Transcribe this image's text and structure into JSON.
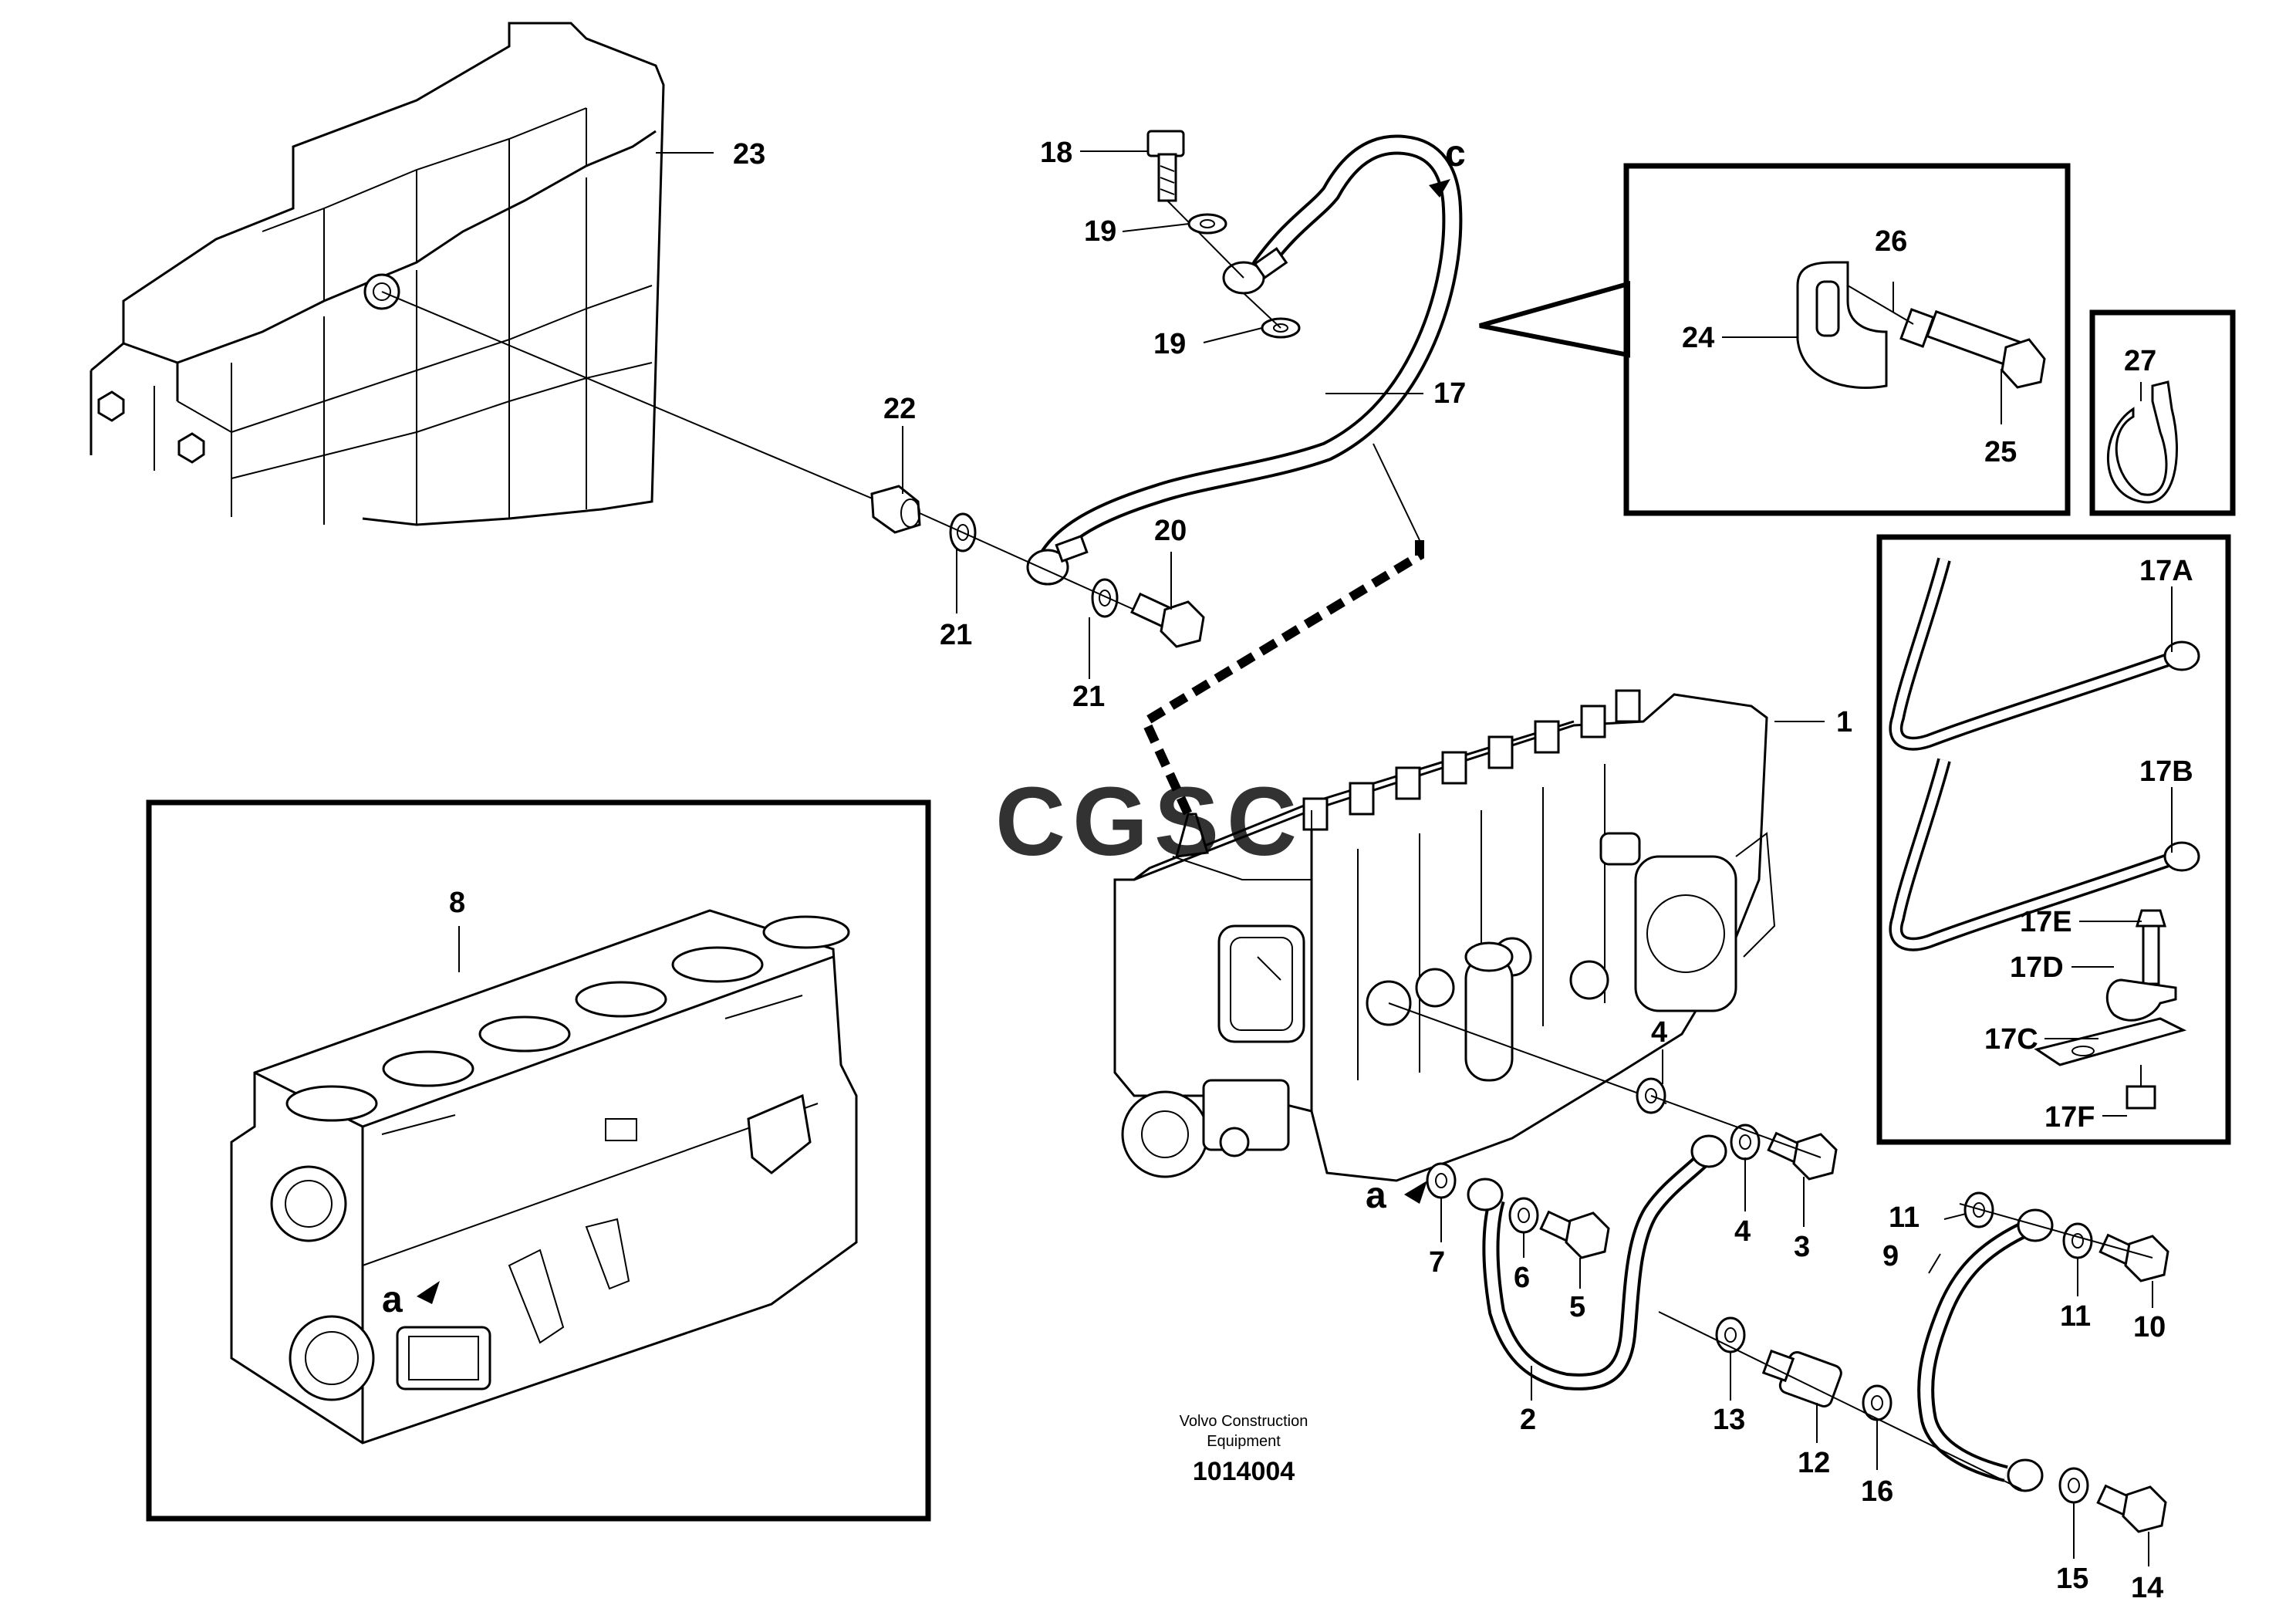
{
  "diagram": {
    "caption_line1": "Volvo Construction",
    "caption_line2": "Equipment",
    "caption_number": "1014004",
    "watermark": "CGSC",
    "colors": {
      "watermark_c1": "#6fa4f3",
      "watermark_g": "#f08a86",
      "watermark_s": "#f6d35a",
      "watermark_c2": "#7fd1a3",
      "line": "#000000",
      "background": "#ffffff"
    },
    "labels": {
      "l1": "1",
      "l2": "2",
      "l3": "3",
      "l4a": "4",
      "l4b": "4",
      "l5": "5",
      "l6": "6",
      "l7": "7",
      "l8": "8",
      "l9": "9",
      "l10": "10",
      "l11a": "11",
      "l11b": "11",
      "l12": "12",
      "l13": "13",
      "l14": "14",
      "l15": "15",
      "l16": "16",
      "l17": "17",
      "l17a": "17A",
      "l17b": "17B",
      "l17c": "17C",
      "l17d": "17D",
      "l17e": "17E",
      "l17f": "17F",
      "l18": "18",
      "l19a": "19",
      "l19b": "19",
      "l20": "20",
      "l21a": "21",
      "l21b": "21",
      "l22": "22",
      "l23": "23",
      "l24": "24",
      "l25": "25",
      "l26": "26",
      "l27": "27",
      "c": "c",
      "a_pump": "a",
      "a_block": "a"
    }
  }
}
